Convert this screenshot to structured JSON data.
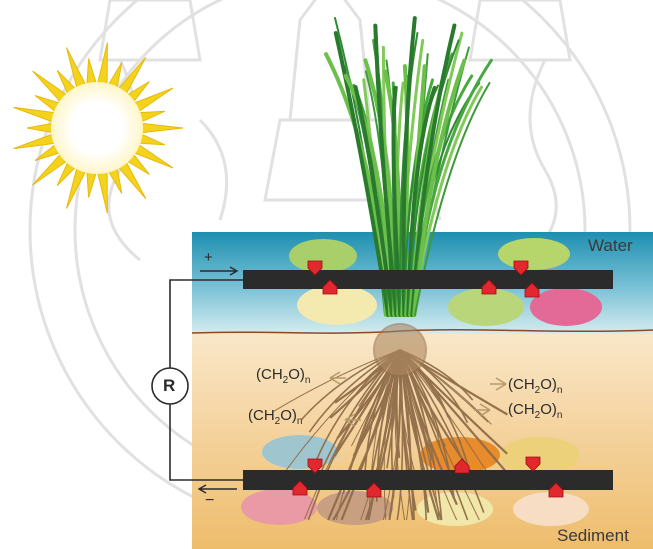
{
  "labels": {
    "water": "Water",
    "sediment": "Sediment",
    "resistor": "R",
    "plus": "+",
    "minus": "−"
  },
  "carbohydrate": {
    "prefix": "(CH",
    "sub2": "2",
    "mid": "O)",
    "subn": "n"
  },
  "colors": {
    "sun": "#f4d31c",
    "water_top": "#1e8fb0",
    "water_bottom": "#c7e2ea",
    "sediment_top": "#f6dcb3",
    "sediment_bottom": "#f0c57a",
    "electrode": "#2b2b2b",
    "proton": "#e0282e",
    "root": "#9c7a56",
    "leaf": "#3c9a3a",
    "watermark": "#bfbfbf"
  }
}
